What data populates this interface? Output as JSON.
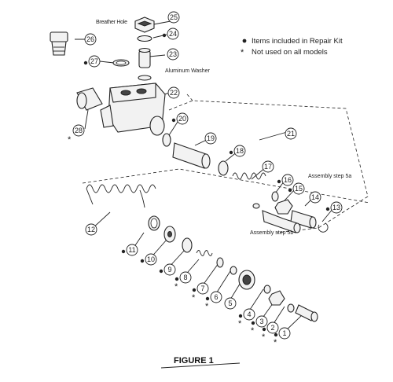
{
  "legend": {
    "dot_label": "Items included in Repair Kit",
    "star_label": "Not used on all models"
  },
  "figure_title": "FIGURE 1",
  "annotations": {
    "breather_hole": "Breather Hole",
    "aluminum_washer": "Aluminum Washer",
    "step_5a": "Assembly step 5a",
    "step_5b": "Assembly step 5b"
  },
  "callouts": [
    {
      "id": "c1",
      "label": "1",
      "kit": true,
      "star": true
    },
    {
      "id": "c2",
      "label": "2",
      "kit": true,
      "star": true
    },
    {
      "id": "c3",
      "label": "3",
      "kit": true,
      "star": true
    },
    {
      "id": "c4",
      "label": "4",
      "kit": true,
      "star": true
    },
    {
      "id": "c5",
      "label": "5",
      "kit": false,
      "star": false
    },
    {
      "id": "c6",
      "label": "6",
      "kit": true,
      "star": true
    },
    {
      "id": "c7",
      "label": "7",
      "kit": true,
      "star": true
    },
    {
      "id": "c8",
      "label": "8",
      "kit": true,
      "star": true
    },
    {
      "id": "c9",
      "label": "9",
      "kit": true,
      "star": false
    },
    {
      "id": "c10",
      "label": "10",
      "kit": true,
      "star": false
    },
    {
      "id": "c11",
      "label": "11",
      "kit": true,
      "star": false
    },
    {
      "id": "c12",
      "label": "12",
      "kit": false,
      "star": false
    },
    {
      "id": "c13",
      "label": "13",
      "kit": true,
      "star": false
    },
    {
      "id": "c14",
      "label": "14",
      "kit": false,
      "star": false
    },
    {
      "id": "c15",
      "label": "15",
      "kit": true,
      "star": false
    },
    {
      "id": "c16",
      "label": "16",
      "kit": true,
      "star": false
    },
    {
      "id": "c17",
      "label": "17",
      "kit": false,
      "star": false
    },
    {
      "id": "c18",
      "label": "18",
      "kit": true,
      "star": false
    },
    {
      "id": "c19",
      "label": "19",
      "kit": false,
      "star": false
    },
    {
      "id": "c20",
      "label": "20",
      "kit": true,
      "star": false
    },
    {
      "id": "c21",
      "label": "21",
      "kit": false,
      "star": false
    },
    {
      "id": "c22",
      "label": "22",
      "kit": false,
      "star": false
    },
    {
      "id": "c23",
      "label": "23",
      "kit": false,
      "star": false
    },
    {
      "id": "c24",
      "label": "24",
      "kit": true,
      "star": false
    },
    {
      "id": "c25",
      "label": "25",
      "kit": false,
      "star": false
    },
    {
      "id": "c26",
      "label": "26",
      "kit": false,
      "star": false
    },
    {
      "id": "c27",
      "label": "27",
      "kit": true,
      "star": false
    },
    {
      "id": "c28",
      "label": "28",
      "kit": false,
      "star": true
    }
  ]
}
